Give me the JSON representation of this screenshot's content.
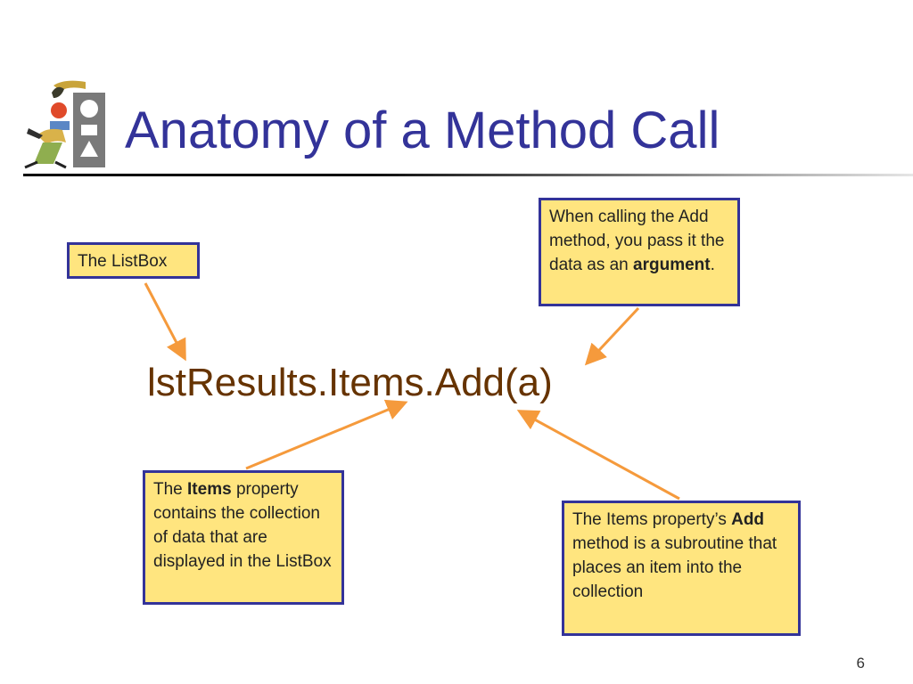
{
  "slide": {
    "title": "Anatomy of a Method Call",
    "code_line": "lstResults.Items.Add(a)",
    "slide_number": "6"
  },
  "callouts": {
    "listbox": {
      "text": "The ListBox"
    },
    "argument": {
      "pre": "When calling the Add method, you pass it the data as an ",
      "bold": "argument",
      "post": "."
    },
    "items": {
      "pre": "The ",
      "bold": "Items",
      "post": " property contains the collection of data that are displayed in the ListBox"
    },
    "add": {
      "pre": "The Items property’s ",
      "bold": "Add",
      "post": " method is a subroutine that places an item into the collection"
    }
  },
  "colors": {
    "title": "#333399",
    "code": "#663300",
    "callout_fill": "#ffe57f",
    "callout_border": "#333399",
    "arrow": "#f59a3c"
  },
  "icons": [
    "figures-logo-icon"
  ]
}
